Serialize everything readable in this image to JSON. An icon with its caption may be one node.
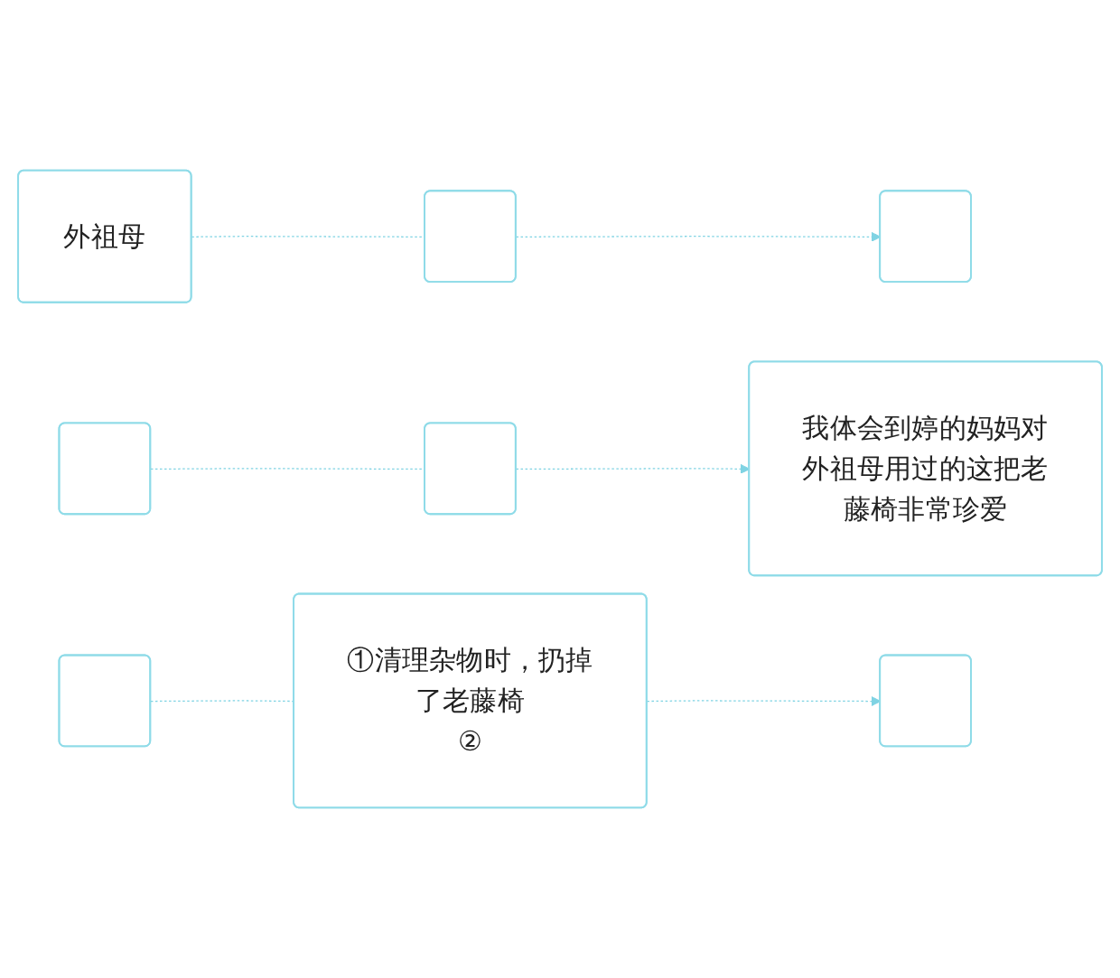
{
  "diagram": {
    "nodes": [
      {
        "text": [
          "外祖母"
        ]
      },
      {
        "text": [],
        "shape": "box"
      },
      {
        "text": [],
        "shape": "box"
      },
      {
        "text": [],
        "shape": "box"
      },
      {
        "text": [],
        "shape": "box"
      },
      {
        "text": [
          "我体会到婷的妈妈对外祖母用过的这把老藤椅非常珍爱"
        ]
      },
      {
        "text": [],
        "shape": "box"
      },
      {
        "text": [
          "①清理杂物时，扔掉了老藤椅",
          "②"
        ]
      },
      {
        "text": [],
        "shape": "box"
      }
    ],
    "edges": [
      {
        "from": 0,
        "to": 1,
        "arrow": "none",
        "style": "dashed"
      },
      {
        "from": 1,
        "to": 2,
        "arrow": "to",
        "style": "dashed"
      },
      {
        "from": 3,
        "to": 4,
        "arrow": "none",
        "style": "dashed"
      },
      {
        "from": 4,
        "to": 5,
        "arrow": "to",
        "style": "dashed"
      },
      {
        "from": 6,
        "to": 7,
        "arrow": "none",
        "style": "dashed"
      },
      {
        "from": 7,
        "to": 8,
        "arrow": "to",
        "style": "dashed"
      }
    ]
  }
}
